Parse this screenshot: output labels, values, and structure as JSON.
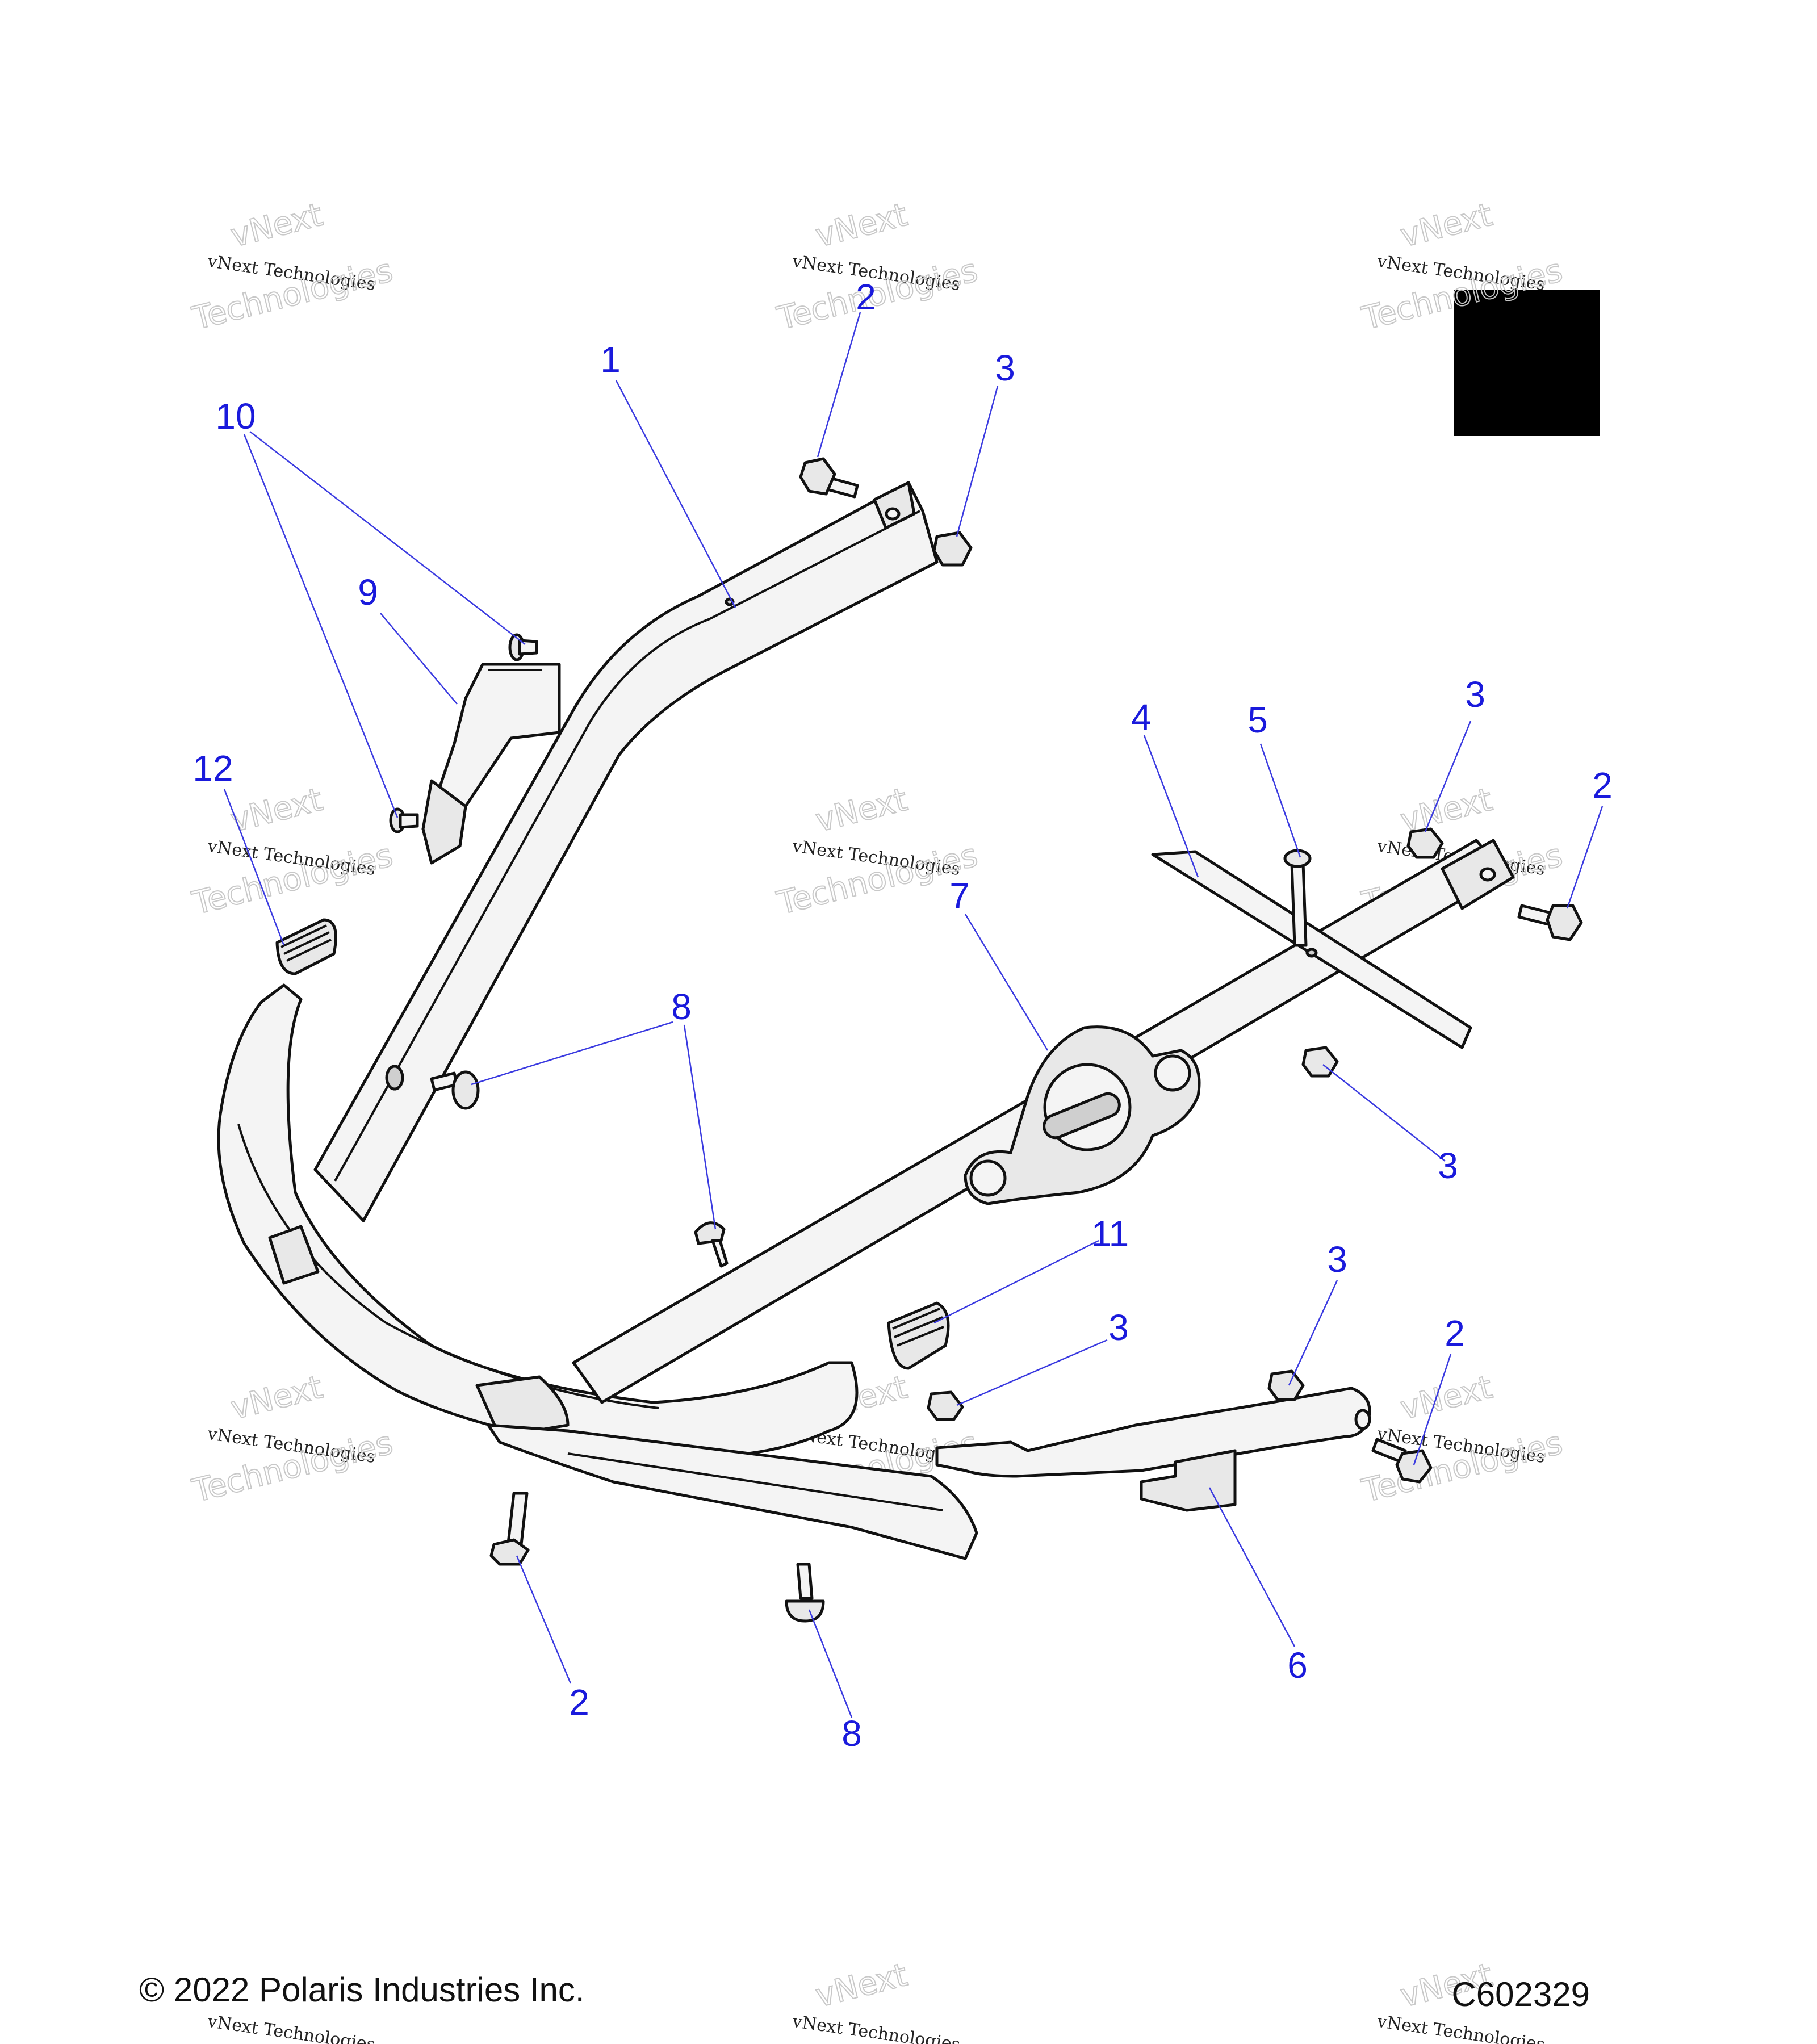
{
  "copyright": "© 2022 Polaris Industries Inc.",
  "drawing_number": "C602329",
  "watermark": {
    "line1": "vNext Technologies",
    "ghost_top": "vNext",
    "ghost_bottom": "Technologies"
  },
  "callouts": {
    "c1": "1",
    "c2a": "2",
    "c2b": "2",
    "c2c": "2",
    "c2d": "2",
    "c3a": "3",
    "c3b": "3",
    "c3c": "3",
    "c3d": "3",
    "c3e": "3",
    "c4": "4",
    "c5": "5",
    "c6": "6",
    "c7": "7",
    "c8a": "8",
    "c8b": "8",
    "c9": "9",
    "c10": "10",
    "c11": "11",
    "c12": "12"
  },
  "colors": {
    "callout": "#1a1adc",
    "leader": "#3a3ae0"
  }
}
